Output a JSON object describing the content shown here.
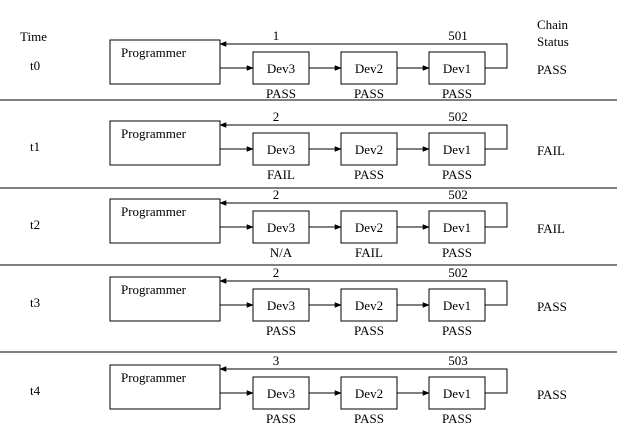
{
  "headers": {
    "time": "Time",
    "chain_line1": "Chain",
    "chain_line2": "Status"
  },
  "programmer_label": "Programmer",
  "device_labels": [
    "Dev3",
    "Dev2",
    "Dev1"
  ],
  "rows": [
    {
      "time": "t0",
      "num_left": "1",
      "num_right": "501",
      "dev_status": [
        "PASS",
        "PASS",
        "PASS"
      ],
      "chain_status": "PASS"
    },
    {
      "time": "t1",
      "num_left": "2",
      "num_right": "502",
      "dev_status": [
        "FAIL",
        "PASS",
        "PASS"
      ],
      "chain_status": "FAIL"
    },
    {
      "time": "t2",
      "num_left": "2",
      "num_right": "502",
      "dev_status": [
        "N/A",
        "FAIL",
        "PASS"
      ],
      "chain_status": "FAIL"
    },
    {
      "time": "t3",
      "num_left": "2",
      "num_right": "502",
      "dev_status": [
        "PASS",
        "PASS",
        "PASS"
      ],
      "chain_status": "PASS"
    },
    {
      "time": "t4",
      "num_left": "3",
      "num_right": "503",
      "dev_status": [
        "PASS",
        "PASS",
        "PASS"
      ],
      "chain_status": "PASS"
    }
  ]
}
